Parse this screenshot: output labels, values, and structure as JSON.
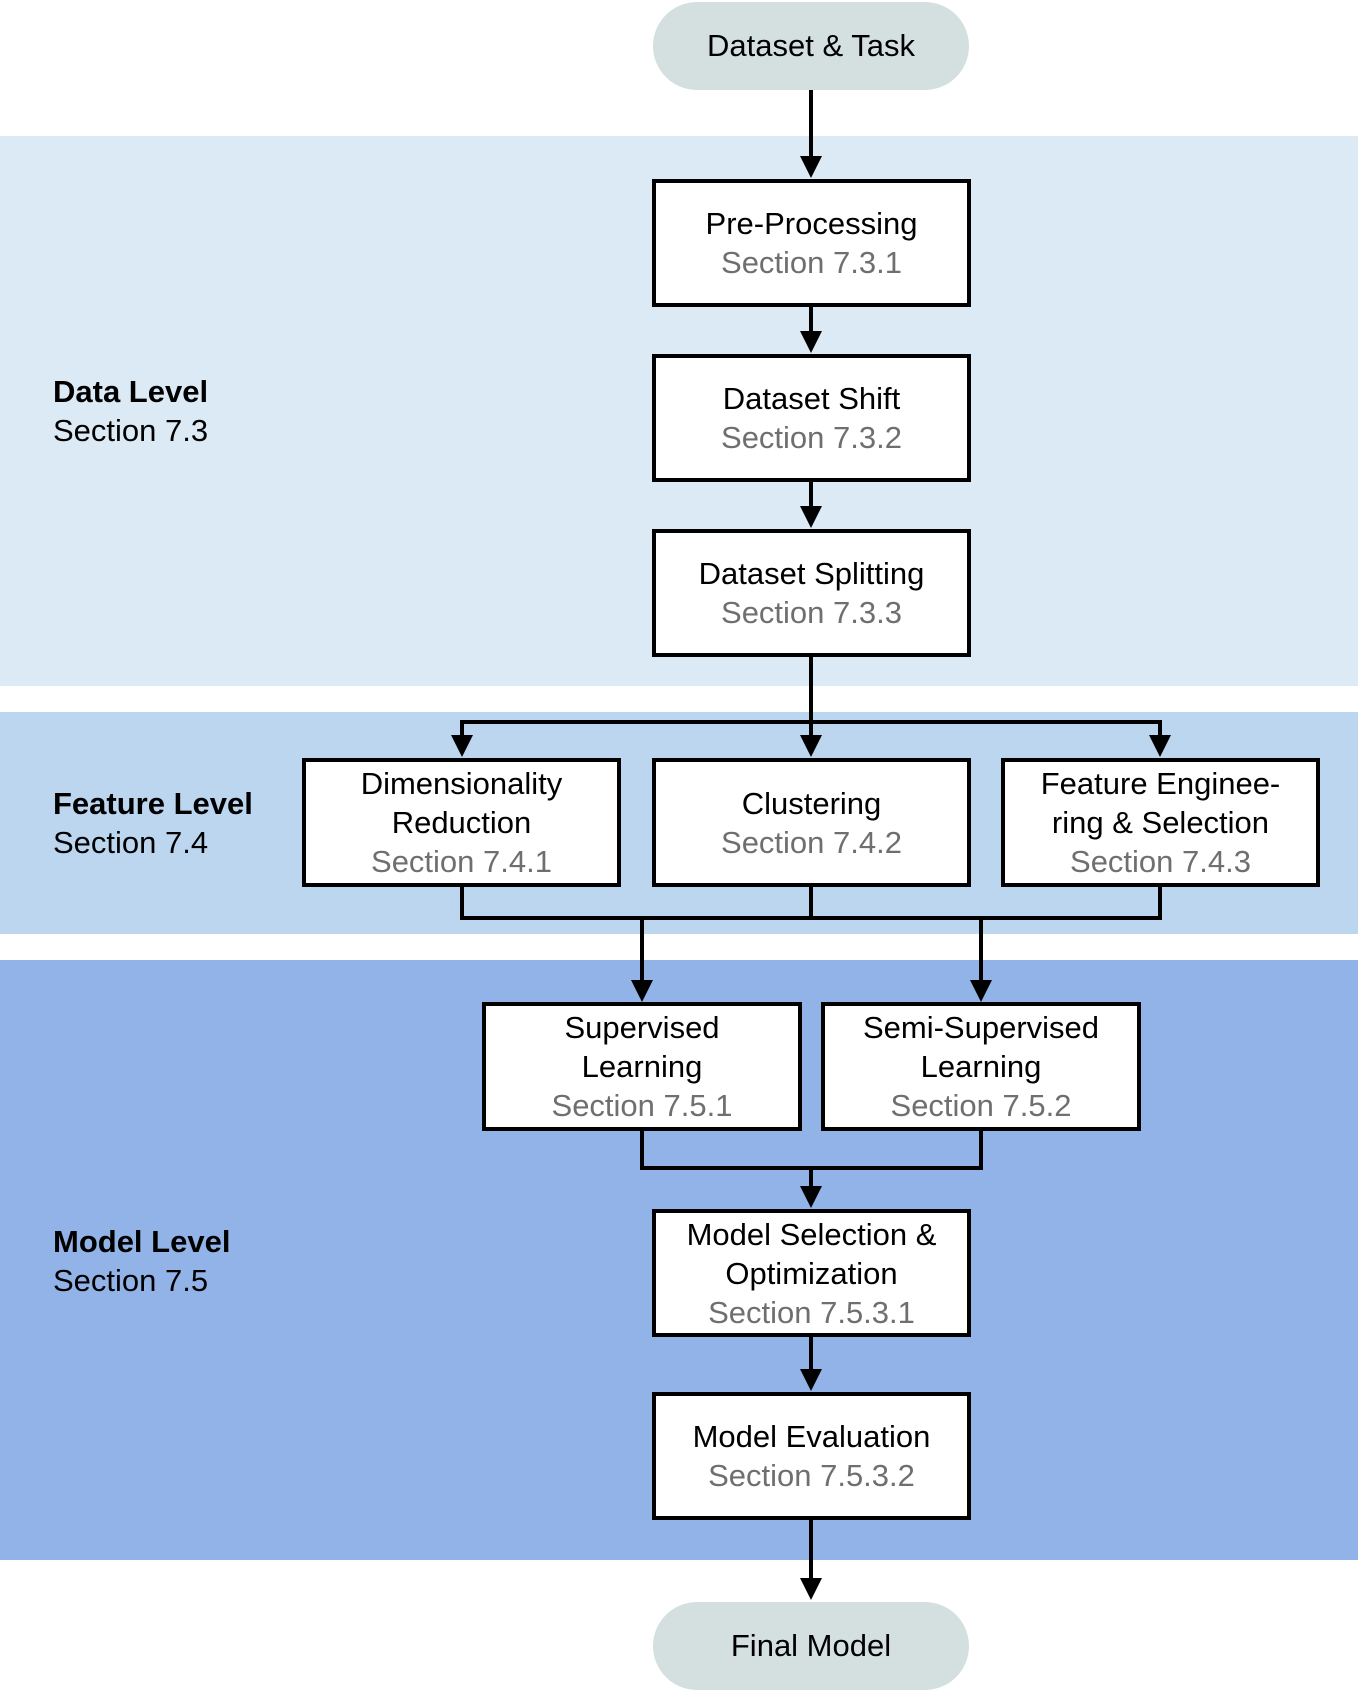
{
  "start": "Dataset & Task",
  "end": "Final Model",
  "levels": {
    "data": {
      "title": "Data Level",
      "section": "Section 7.3"
    },
    "feature": {
      "title": "Feature Level",
      "section": "Section 7.4"
    },
    "model": {
      "title": "Model Level",
      "section": "Section 7.5"
    }
  },
  "nodes": {
    "preprocessing": {
      "title": "Pre-Processing",
      "section": "Section 7.3.1"
    },
    "dataset_shift": {
      "title": "Dataset Shift",
      "section": "Section 7.3.2"
    },
    "dataset_split": {
      "title": "Dataset Splitting",
      "section": "Section 7.3.3"
    },
    "dim_reduction": {
      "title": "Dimensionality\nReduction",
      "section": "Section 7.4.1"
    },
    "clustering": {
      "title": "Clustering",
      "section": "Section 7.4.2"
    },
    "feature_eng": {
      "title": "Feature Enginee-\nring & Selection",
      "section": "Section 7.4.3"
    },
    "supervised": {
      "title": "Supervised\nLearning",
      "section": "Section 7.5.1"
    },
    "semi_supervised": {
      "title": "Semi-Supervised\nLearning",
      "section": "Section 7.5.2"
    },
    "model_selection": {
      "title": "Model Selection &\nOptimization",
      "section": "Section 7.5.3.1"
    },
    "model_eval": {
      "title": "Model Evaluation",
      "section": "Section 7.5.3.2"
    }
  },
  "colors": {
    "data_band": "#dceaf5",
    "feature_band": "#bcd6f0",
    "model_band": "#92b3e8",
    "terminal": "#d4e0e0",
    "section_text": "#6f6f6f"
  }
}
